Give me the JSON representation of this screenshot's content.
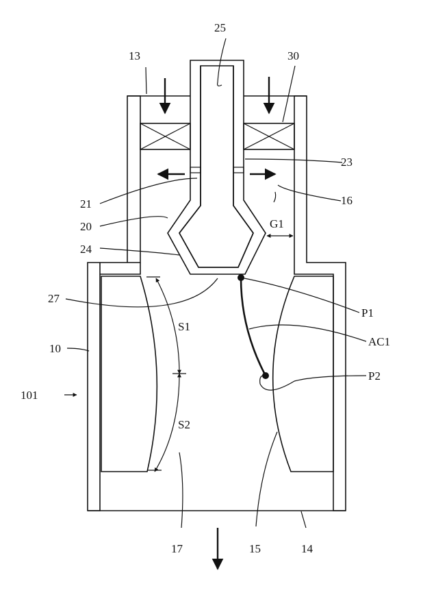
{
  "figure": {
    "labels": {
      "l25": "25",
      "l13": "13",
      "l30": "30",
      "l23": "23",
      "l16": "16",
      "l21": "21",
      "l20": "20",
      "lG1": "G1",
      "l24": "24",
      "l27": "27",
      "lP1": "P1",
      "lS1": "S1",
      "l10": "10",
      "lAC1": "AC1",
      "lP2": "P2",
      "l101": "101",
      "lS2": "S2",
      "l17": "17",
      "l15": "15",
      "l14": "14"
    },
    "colors": {
      "line": "#111111",
      "background": "#ffffff"
    }
  }
}
